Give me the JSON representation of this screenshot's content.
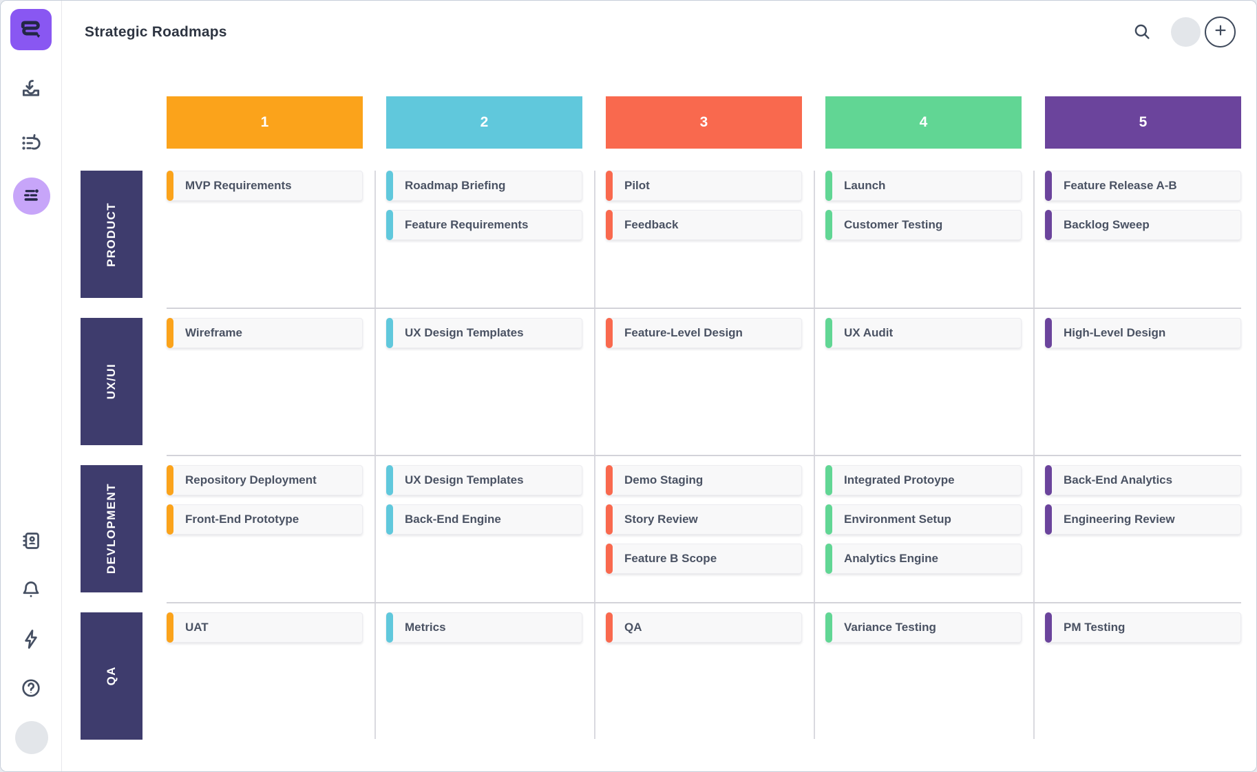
{
  "header": {
    "title": "Strategic Roadmaps",
    "search_icon": "search-icon",
    "add_button_icon": "plus-icon",
    "user_avatar": "avatar"
  },
  "sidebar": {
    "logo_icon": "roadmunk-squiggle-logo",
    "items_top": [
      {
        "icon": "import-tray-icon"
      },
      {
        "icon": "list-redo-icon"
      },
      {
        "icon": "roadmap-rows-icon",
        "active": true
      }
    ],
    "items_bottom": [
      {
        "icon": "address-book-icon"
      },
      {
        "icon": "bell-icon"
      },
      {
        "icon": "lightning-icon"
      },
      {
        "icon": "help-icon"
      }
    ],
    "avatar": "user-avatar"
  },
  "colors": {
    "logo_purple": "#8957F2",
    "active_item": "#C7A5F9",
    "row_label_bg": "#3E3C6D",
    "card_bg": "#F8F8F9",
    "icon_stroke": "#454F62"
  },
  "board": {
    "columns": [
      {
        "label": "1",
        "color": "#FBA31B"
      },
      {
        "label": "2",
        "color": "#60C8DC"
      },
      {
        "label": "3",
        "color": "#F9694E"
      },
      {
        "label": "4",
        "color": "#61D694"
      },
      {
        "label": "5",
        "color": "#6B449C"
      }
    ],
    "rows": [
      {
        "label": "PRODUCT"
      },
      {
        "label": "UX/UI"
      },
      {
        "label": "DEVLOPMENT"
      },
      {
        "label": "QA"
      }
    ],
    "cells": [
      [
        [
          "MVP Requirements"
        ],
        [
          "Roadmap Briefing",
          "Feature Requirements"
        ],
        [
          "Pilot",
          "Feedback"
        ],
        [
          "Launch",
          "Customer Testing"
        ],
        [
          "Feature Release A-B",
          "Backlog Sweep"
        ]
      ],
      [
        [
          "Wireframe"
        ],
        [
          "UX Design Templates"
        ],
        [
          "Feature-Level Design"
        ],
        [
          "UX Audit"
        ],
        [
          "High-Level Design"
        ]
      ],
      [
        [
          "Repository Deployment",
          "Front-End Prototype"
        ],
        [
          "UX Design Templates",
          "Back-End Engine"
        ],
        [
          "Demo Staging",
          "Story Review",
          "Feature B Scope"
        ],
        [
          "Integrated Protoype",
          "Environment Setup",
          "Analytics Engine"
        ],
        [
          "Back-End Analytics",
          "Engineering Review"
        ]
      ],
      [
        [
          "UAT"
        ],
        [
          "Metrics"
        ],
        [
          "QA"
        ],
        [
          "Variance Testing"
        ],
        [
          "PM Testing"
        ]
      ]
    ]
  }
}
